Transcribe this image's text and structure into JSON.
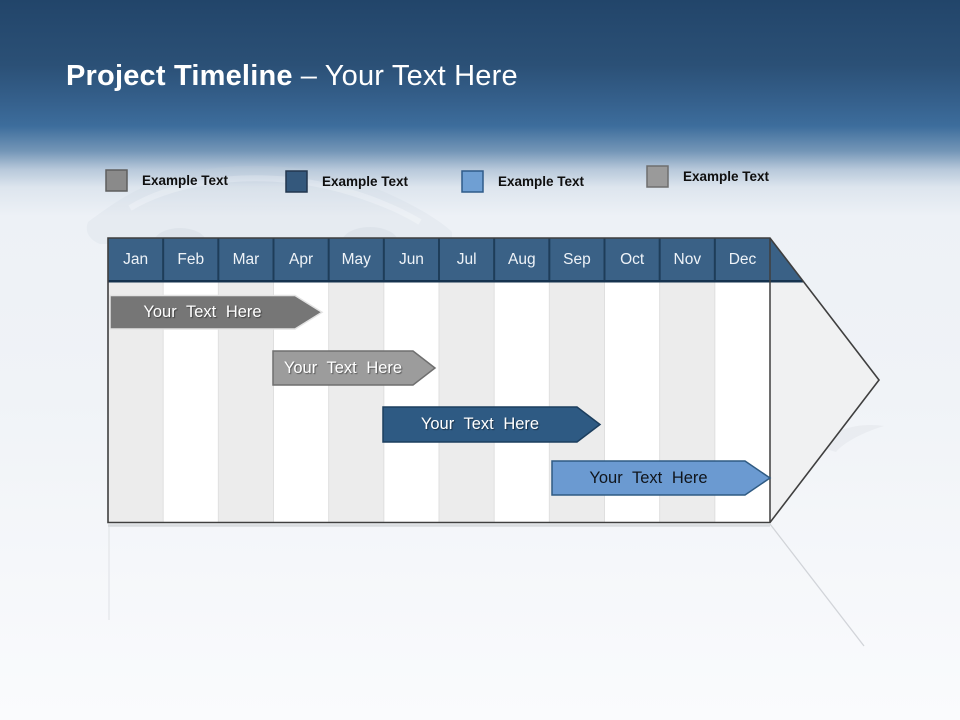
{
  "title": {
    "bold": "Project Timeline",
    "light": "– Your Text Here"
  },
  "legend": {
    "items": [
      {
        "label": "Example Text",
        "color": "#8a8a8a",
        "border": "#5e5e5e"
      },
      {
        "label": "Example Text",
        "color": "#34587c",
        "border": "#22364e"
      },
      {
        "label": "Example Text",
        "color": "#6f9fd3",
        "border": "#2f5b8a"
      },
      {
        "label": "Example Text",
        "color": "#9a9a9a",
        "border": "#6e6e6e"
      }
    ]
  },
  "timeline": {
    "months": [
      "Jan",
      "Feb",
      "Mar",
      "Apr",
      "May",
      "Jun",
      "Jul",
      "Aug",
      "Sep",
      "Oct",
      "Nov",
      "Dec"
    ],
    "header_color": "#3a6186",
    "header_divider_color": "#1e3d59",
    "header_underline_color": "#16334f",
    "stripe_color": "#ececec",
    "body_color": "#ffffff",
    "tip_color": "#f0f1f2",
    "outline_color": "#3f3f3f",
    "bars": [
      {
        "label": "Your Text Here",
        "start": "Jan",
        "end": "Apr",
        "fill": "#767676",
        "border": "#e3e3e3",
        "text_color": "#ffffff"
      },
      {
        "label": "Your Text Here",
        "start": "Apr",
        "end": "Jun",
        "fill": "#9c9c9c",
        "border": "#6f6f6f",
        "text_color": "#ffffff"
      },
      {
        "label": "Your Text Here",
        "start": "Jun",
        "end": "Sep",
        "fill": "#2e5a83",
        "border": "#1c3e5e",
        "text_color": "#ffffff"
      },
      {
        "label": "Your Text Here",
        "start": "Sep",
        "end": "Dec",
        "fill": "#6b9ad1",
        "border": "#2f5b83",
        "text_color": "#10151c"
      }
    ]
  },
  "colors": {
    "background_top": "#22456a",
    "background_mid_blue": "#3d6d9c",
    "background_light": "#f0f3f7",
    "title_text": "#ffffff",
    "legend_text": "#0f0f0f"
  }
}
